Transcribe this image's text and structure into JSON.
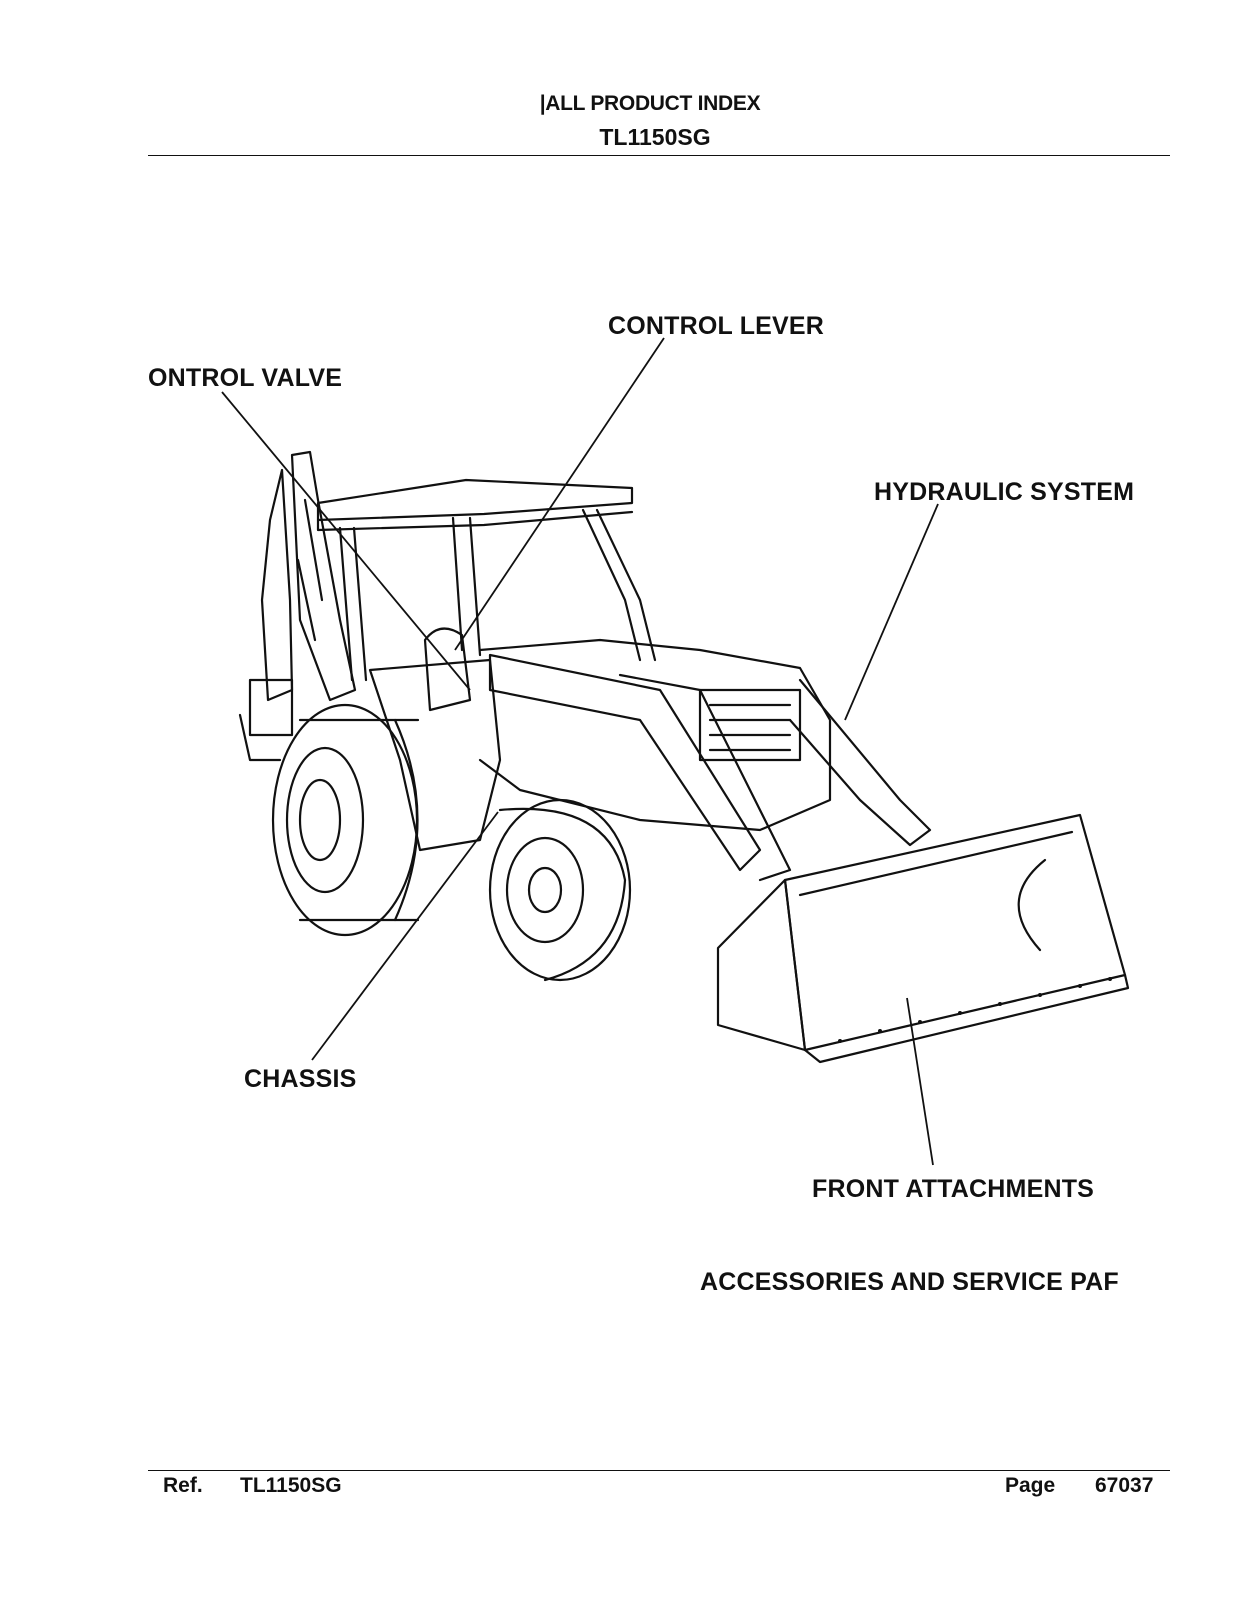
{
  "header": {
    "index_title": "|ALL PRODUCT INDEX",
    "model": "TL1150SG"
  },
  "callouts": {
    "control_valve": "ONTROL VALVE",
    "control_lever": "CONTROL LEVER",
    "hydraulic_system": "HYDRAULIC SYSTEM",
    "chassis": "CHASSIS",
    "front_attachments": "FRONT ATTACHMENTS",
    "accessories": "ACCESSORIES AND SERVICE PAF"
  },
  "footer": {
    "ref_label": "Ref.",
    "ref_value": "TL1150SG",
    "page_label": "Page",
    "page_value": "67037"
  }
}
